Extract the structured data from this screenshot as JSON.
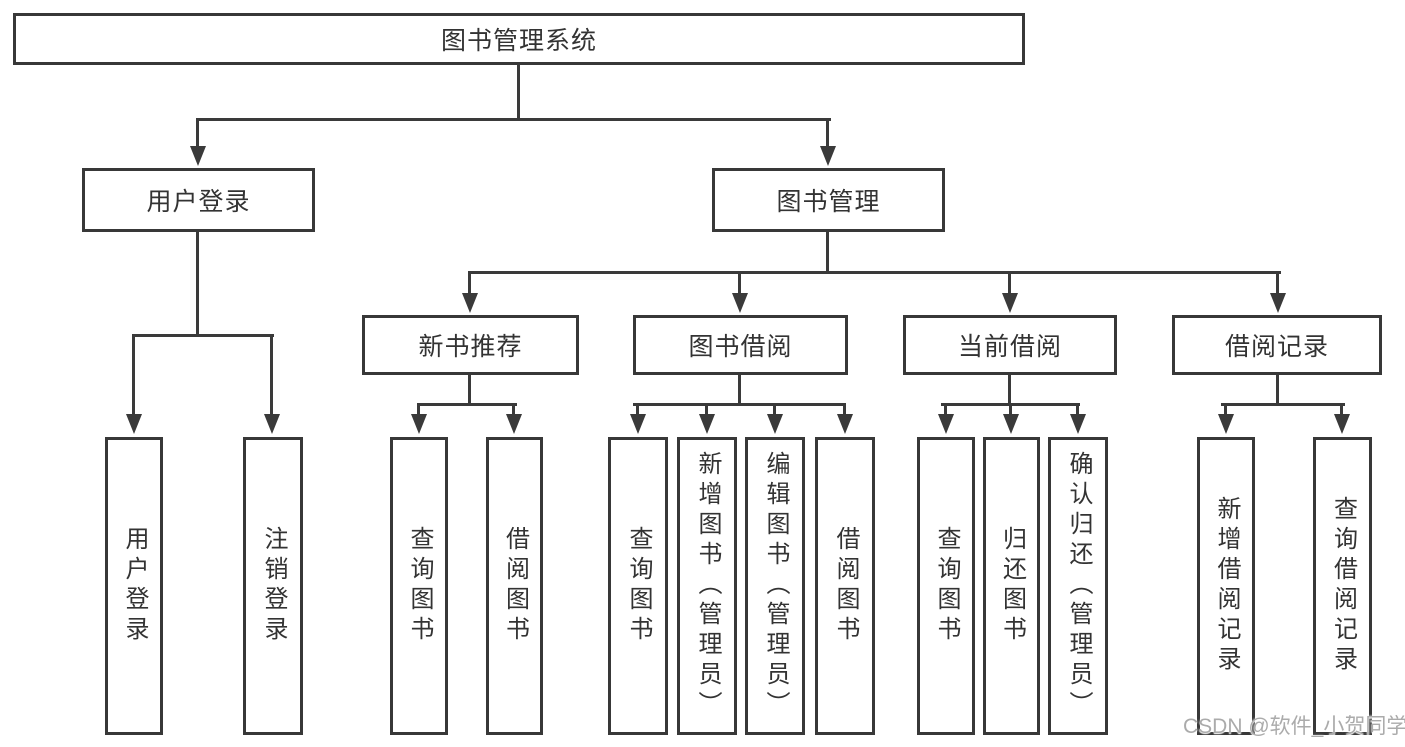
{
  "tree": {
    "root": {
      "label": "图书管理系统"
    },
    "user_login": {
      "label": "用户登录",
      "children": [
        {
          "label": "用户登录"
        },
        {
          "label": "注销登录"
        }
      ]
    },
    "book_mgmt": {
      "label": "图书管理",
      "sections": [
        {
          "label": "新书推荐",
          "children": [
            {
              "label": "查询图书"
            },
            {
              "label": "借阅图书"
            }
          ]
        },
        {
          "label": "图书借阅",
          "children": [
            {
              "label": "查询图书"
            },
            {
              "label": "新增图书（管理员）"
            },
            {
              "label": "编辑图书（管理员）"
            },
            {
              "label": "借阅图书"
            }
          ]
        },
        {
          "label": "当前借阅",
          "children": [
            {
              "label": "查询图书"
            },
            {
              "label": "归还图书"
            },
            {
              "label": "确认归还（管理员）"
            }
          ]
        },
        {
          "label": "借阅记录",
          "children": [
            {
              "label": "新增借阅记录"
            },
            {
              "label": "查询借阅记录"
            }
          ]
        }
      ]
    }
  },
  "watermark": {
    "text": "CSDN @软件_小贺同学"
  },
  "colors": {
    "line": "#3a3a3a",
    "box_border": "#383838",
    "box_background": "#ffffff",
    "text": "#333333",
    "watermark": "#ababab"
  }
}
